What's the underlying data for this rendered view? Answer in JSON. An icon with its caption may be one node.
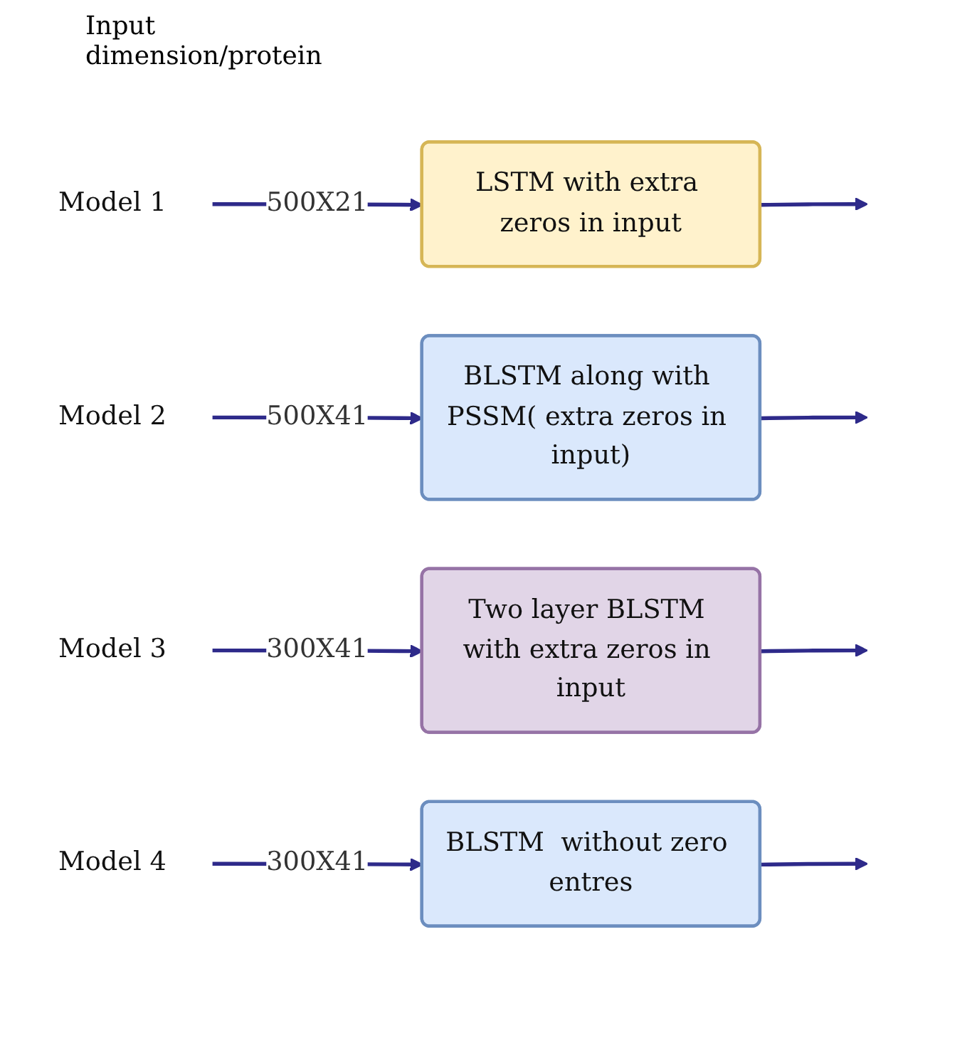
{
  "diagram": {
    "nodes": [
      {
        "text": [
          "Model 1"
        ]
      },
      {
        "text": [
          "LSTM with extra zeros in input"
        ]
      },
      {
        "text": [
          "Model 2"
        ]
      },
      {
        "text": [
          "BLSTM along with PSSM( extra zeros in input)"
        ]
      },
      {
        "text": [
          "Model 3"
        ]
      },
      {
        "text": [
          "Two layer BLSTM with extra zeros in input"
        ]
      },
      {
        "text": [
          "Model 4"
        ]
      },
      {
        "text": [
          "BLSTM  without zero entres"
        ]
      }
    ],
    "edges": [
      {
        "from": 0,
        "to": 1,
        "arrow": "to",
        "label": "500X21"
      },
      {
        "from": 1,
        "to": null,
        "arrow": "to"
      },
      {
        "from": 2,
        "to": 3,
        "arrow": "to",
        "label": "500X41"
      },
      {
        "from": 3,
        "to": null,
        "arrow": "to"
      },
      {
        "from": 4,
        "to": 5,
        "arrow": "to",
        "label": "300X41"
      },
      {
        "from": 5,
        "to": null,
        "arrow": "to"
      },
      {
        "from": 6,
        "to": 7,
        "arrow": "to",
        "label": "300X41"
      },
      {
        "from": 7,
        "to": null,
        "arrow": "to"
      }
    ],
    "labels": [
      "Input dimension/protein"
    ]
  }
}
